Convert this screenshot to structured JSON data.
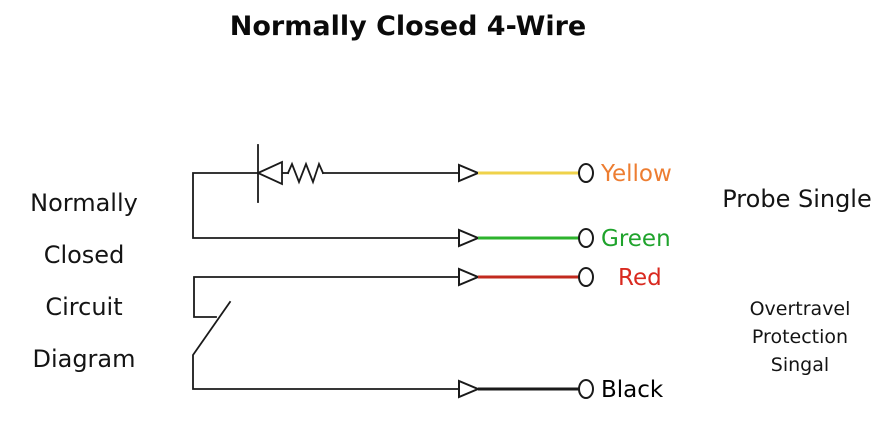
{
  "title": "Normally Closed 4-Wire",
  "left_caption": {
    "line1": "Normally",
    "line2": "Closed",
    "line3": "Circuit",
    "line4": "Diagram"
  },
  "right_captions": {
    "probe": "Probe Single",
    "overtravel_line1": "Overtravel",
    "overtravel_line2": "Protection",
    "overtravel_line3": "Singal"
  },
  "wires": [
    {
      "id": "yellow",
      "label": "Yellow",
      "label_color": "#ED7D31",
      "wire_color": "#EFD24A"
    },
    {
      "id": "green",
      "label": "Green",
      "label_color": "#1FA32C",
      "wire_color": "#2DB32D"
    },
    {
      "id": "red",
      "label": "Red",
      "label_color": "#D9291F",
      "wire_color": "#C22A1E"
    },
    {
      "id": "black",
      "label": "Black",
      "label_color": "#000000",
      "wire_color": "#1A1A1A"
    }
  ],
  "diagram": {
    "line_color": "#1A1A1A",
    "symbols": {
      "diode": "diode-icon",
      "resistor": "resistor-icon",
      "switch": "normally-closed-switch-icon",
      "arrow": "connector-arrow-icon",
      "terminal": "ring-terminal-icon"
    }
  }
}
